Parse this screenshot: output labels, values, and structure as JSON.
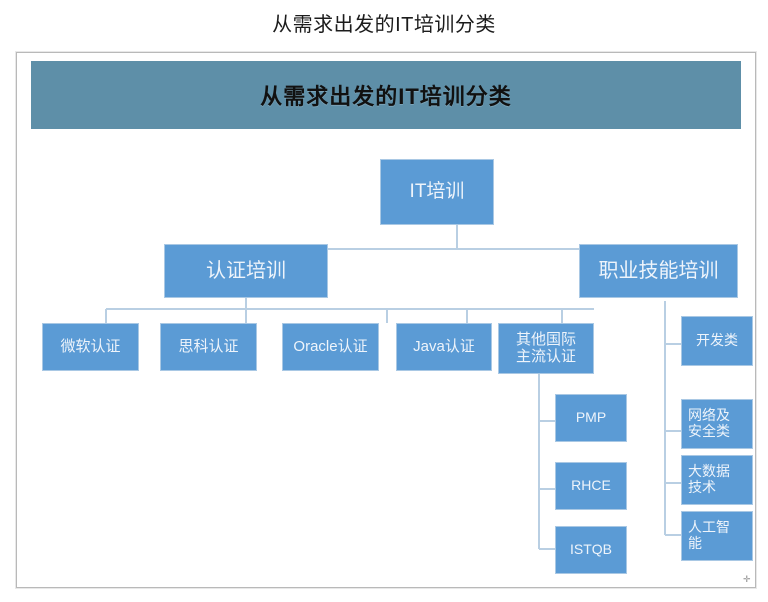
{
  "page": {
    "caption": "从需求出发的IT培训分类"
  },
  "slide": {
    "header_title": "从需求出发的IT培训分类",
    "header_color": "#5e8fa8",
    "node_color": "#5b9bd5",
    "node_border_color": "#a9c8e4",
    "connector_color": "#b9cfe3",
    "background": "#ffffff"
  },
  "diagram": {
    "type": "org-chart",
    "root": {
      "label": "IT培训"
    },
    "level2": [
      {
        "label": "认证培训"
      },
      {
        "label": "职业技能培训"
      }
    ],
    "certification_children": [
      {
        "label": "微软认证"
      },
      {
        "label": "思科认证"
      },
      {
        "label": "Oracle认证"
      },
      {
        "label": "Java认证"
      },
      {
        "label": "其他国际\n主流认证",
        "line1": "其他国际",
        "line2": "主流认证"
      }
    ],
    "other_cert_children": [
      {
        "label": "PMP"
      },
      {
        "label": "RHCE"
      },
      {
        "label": "ISTQB"
      }
    ],
    "vocational_children": [
      {
        "label": "开发类",
        "line1": "开发类",
        "line2": ""
      },
      {
        "label": "网络及安全类",
        "line1": "网络及",
        "line2": "安全类"
      },
      {
        "label": "大数据技术",
        "line1": "大数据",
        "line2": "技术"
      },
      {
        "label": "人工智能",
        "line1": "人工智",
        "line2": "能"
      }
    ]
  },
  "marks": {
    "bottom_right": "✛"
  }
}
